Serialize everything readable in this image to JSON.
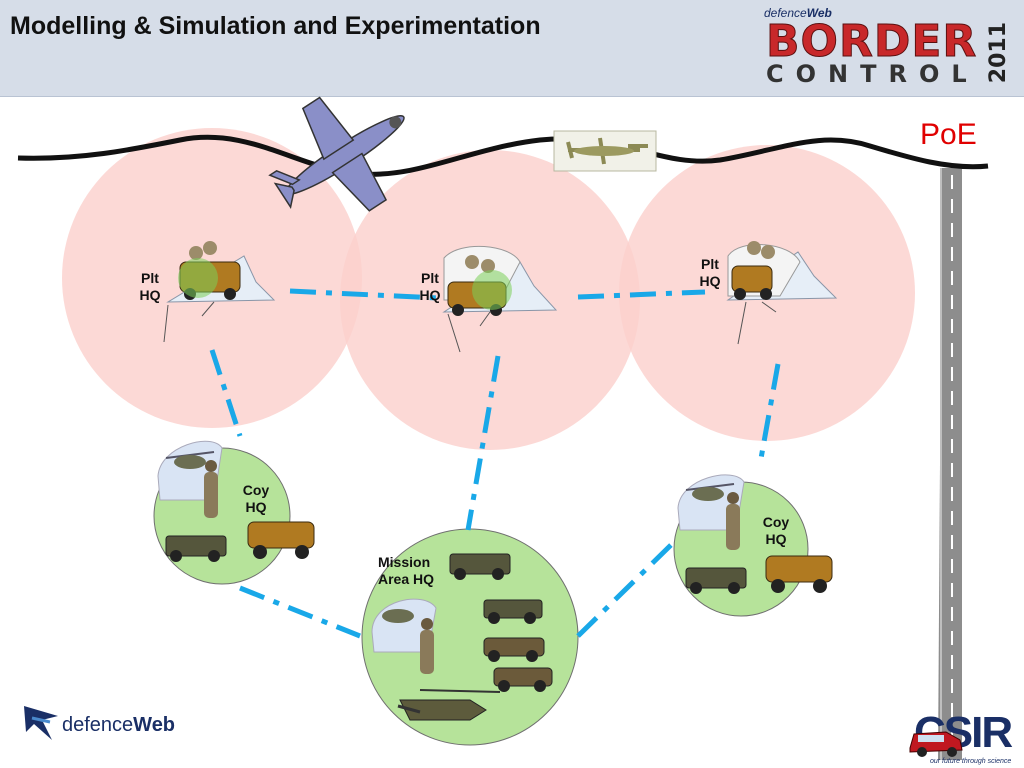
{
  "slide": {
    "title": "Modelling & Simulation and Experimentation"
  },
  "header_logo": {
    "small_brand_prefix": "defence",
    "small_brand_suffix": "Web",
    "word1": "BORDER",
    "word2": "CONTROL",
    "year": "2011"
  },
  "labels": {
    "plt_hq_1": "Plt\nHQ",
    "plt_hq_2": "Plt\nHQ",
    "plt_hq_3": "Plt\nHQ",
    "coy_hq_1": "Coy\nHQ",
    "coy_hq_2": "Coy\nHQ",
    "mission_hq": "Mission\nArea HQ",
    "poe": "PoE"
  },
  "footer": {
    "brand_prefix": "defence",
    "brand_suffix": "Web",
    "csir_name": "CSIR",
    "csir_tagline": "our future through science"
  },
  "colors": {
    "coverage_circle": "#fbd0cc",
    "hq_circle": "#b6e39a",
    "link_line": "#19a8e8",
    "border_line": "#111111",
    "poe_text": "#e00000",
    "road": "#8d8d8d"
  }
}
